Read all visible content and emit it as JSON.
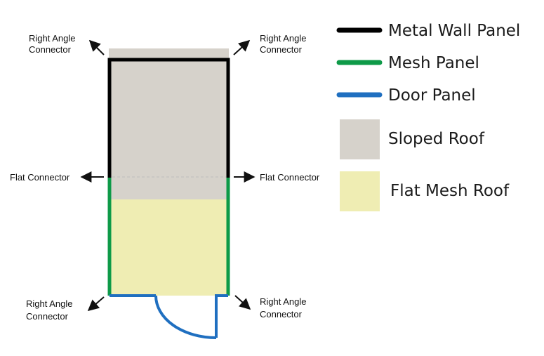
{
  "colors": {
    "metal": "#000000",
    "mesh": "#0e9a48",
    "door": "#1f6fc0",
    "sloped_roof": "#d6d2cb",
    "flat_mesh_roof": "#efedb3",
    "arrow": "#111111",
    "divider": "#bdbdbd"
  },
  "connectors": {
    "top_left": [
      "Right Angle",
      "Connector"
    ],
    "top_right": [
      "Right Angle",
      "Connector"
    ],
    "mid_left": "Flat Connector",
    "mid_right": "Flat Connector",
    "bottom_left": [
      "Right Angle",
      "Connector"
    ],
    "bottom_right": [
      "Right Angle",
      "Connector"
    ]
  },
  "legend": {
    "metal_wall_panel": "Metal Wall Panel",
    "mesh_panel": "Mesh Panel",
    "door_panel": "Door Panel",
    "sloped_roof": "Sloped Roof",
    "flat_mesh_roof": "Flat Mesh Roof"
  }
}
